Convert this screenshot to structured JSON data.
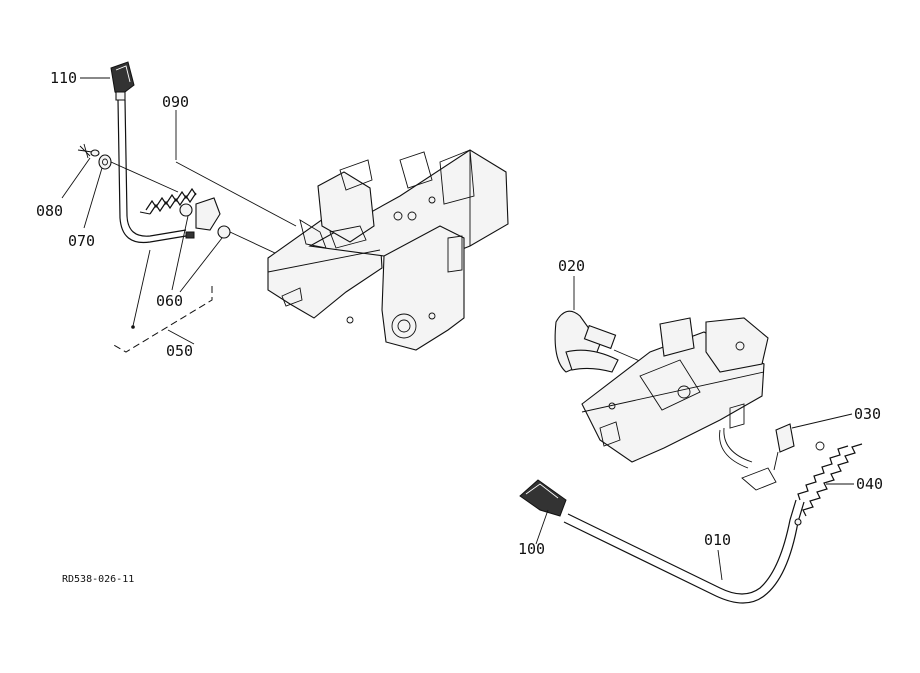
{
  "diagram_code": "RD538-026-11",
  "callouts": {
    "p110": "110",
    "p090": "090",
    "p080": "080",
    "p070": "070",
    "p060": "060",
    "p050": "050",
    "p020": "020",
    "p030": "030",
    "p040": "040",
    "p010": "010",
    "p100": "100"
  }
}
